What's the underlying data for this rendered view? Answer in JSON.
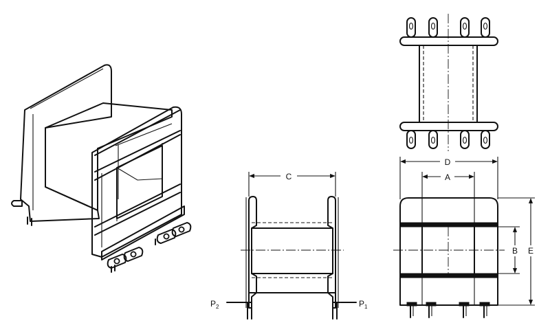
{
  "labels": {
    "dim_a": "A",
    "dim_b": "B",
    "dim_c": "C",
    "dim_d": "D",
    "dim_e": "E",
    "pin_p1": "P",
    "pin_p1_sub": "1",
    "pin_p2": "P",
    "pin_p2_sub": "2"
  }
}
